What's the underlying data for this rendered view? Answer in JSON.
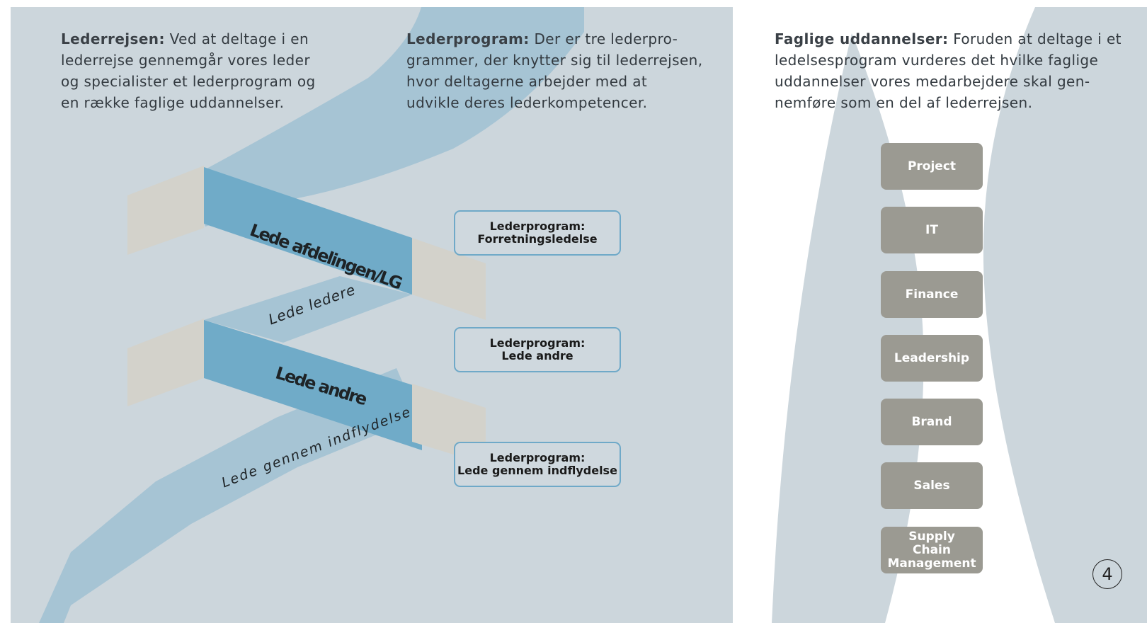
{
  "colors": {
    "background": "#ccd6dc",
    "dark_band": "#70abc8",
    "light_band": "#a6c4d4",
    "flap": "#d3d2cb",
    "edu_box": "#9b9a92",
    "program_border": "#6fa9c8"
  },
  "columns": [
    {
      "heading": "Lederrejsen:",
      "lines": [
        "Ved at deltage i en",
        "lederrejse gennemgår vores leder",
        "og specialister et lederprogram og",
        "en række faglige uddannelser."
      ]
    },
    {
      "heading": "Lederprogram:",
      "lines": [
        "Der er tre lederpro-",
        "grammer, der knytter sig til lederrejsen,",
        "hvor deltagerne arbejder med at",
        "udvikle deres lederkompetencer."
      ]
    },
    {
      "heading": "Faglige uddannelser:",
      "lines": [
        "Foruden at deltage i et",
        "ledelsesprogram vurderes det hvilke faglige",
        "uddannelser vores medarbejdere skal gen-",
        "nemføre som en del af lederrejsen."
      ]
    }
  ],
  "journey": {
    "levels": [
      "Lede afdelingen/LG",
      "Lede ledere",
      "Lede andre",
      "Lede gennem indflydelse"
    ]
  },
  "programs": [
    {
      "line1": "Lederprogram:",
      "line2": "Forretningsledelse"
    },
    {
      "line1": "Lederprogram:",
      "line2": "Lede andre"
    },
    {
      "line1": "Lederprogram:",
      "line2": "Lede gennem indflydelse"
    }
  ],
  "educations": [
    "Project",
    "IT",
    "Finance",
    "Leadership",
    "Brand",
    "Sales",
    "Supply Chain Management"
  ],
  "page_number": "4"
}
